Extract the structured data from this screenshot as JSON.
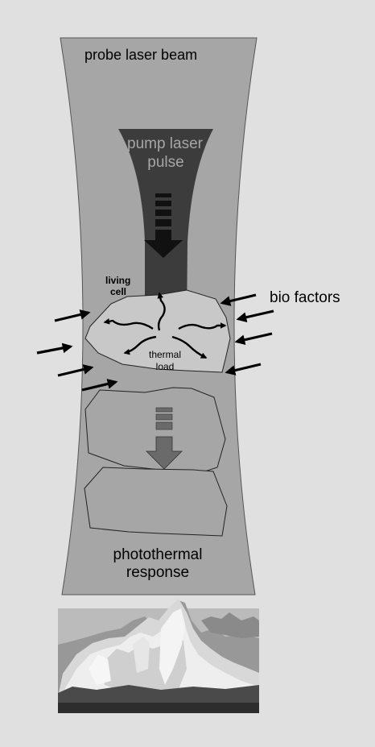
{
  "labels": {
    "probe_beam": "probe laser beam",
    "pump_line1": "pump laser",
    "pump_line2": "pulse",
    "living_line1": "living",
    "living_line2": "cell",
    "bio_factors": "bio factors",
    "thermal_line1": "thermal",
    "thermal_line2": "load",
    "response_line1": "photothermal",
    "response_line2": "response"
  },
  "colors": {
    "background": "#e0e0e0",
    "probe_beam": "#a6a6a6",
    "pump_pulse": "#3c3c3c",
    "cell": "#c8c8c8",
    "lower_cells": "#a6a6a6",
    "arrow": "#000000",
    "transfer_arrow": "#6a6a6a"
  },
  "icons": {
    "pump_arrow": "down-arrow-icon",
    "transfer_arrow": "down-arrow-icon",
    "heat_arrows": "wavy-arrow-icon",
    "factor_arrows": "arrow-icon"
  }
}
